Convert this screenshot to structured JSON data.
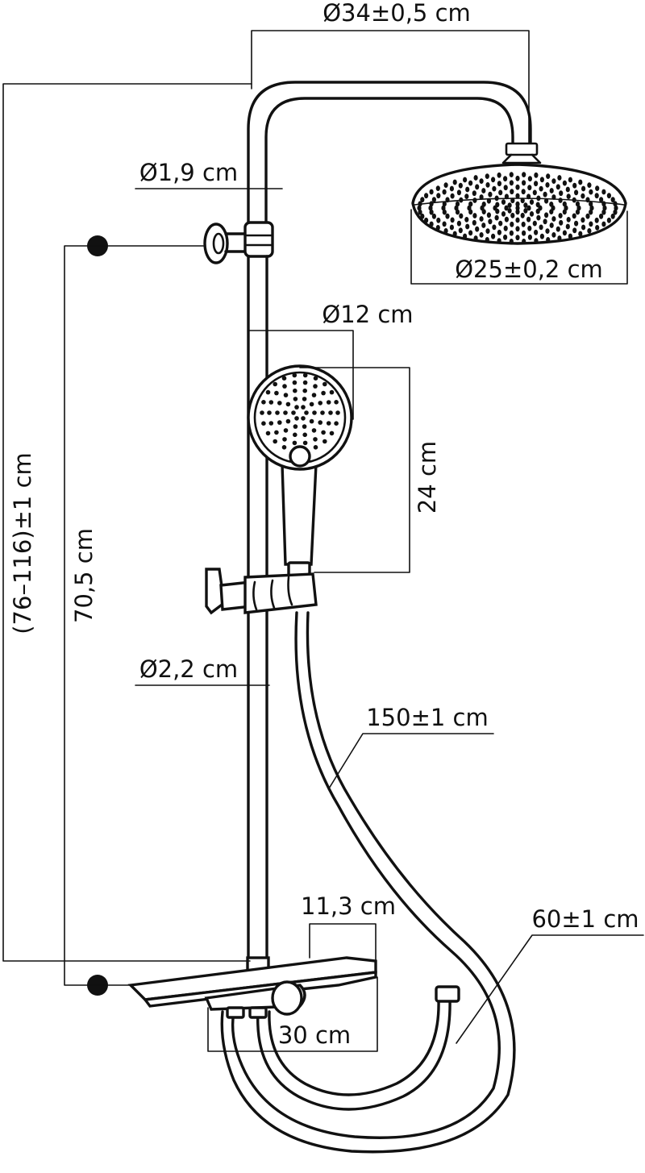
{
  "dimensions": {
    "overhead_arm_width": "Ø34±0,5 cm",
    "upper_pipe_diameter": "Ø1,9 cm",
    "head_shower_diameter": "Ø25±0,2 cm",
    "hand_shower_diameter": "Ø12 cm",
    "hand_shower_length": "24 cm",
    "total_height": "(76–116)±1 cm",
    "bracket_distance": "70,5 cm",
    "lower_pipe_diameter": "Ø2,2 cm",
    "hose_length": "150±1 cm",
    "shelf_depth": "11,3 cm",
    "shelf_width": "30 cm",
    "connection_hose_length": "60±1 cm"
  },
  "colors": {
    "line": "#111111",
    "background": "#ffffff"
  }
}
